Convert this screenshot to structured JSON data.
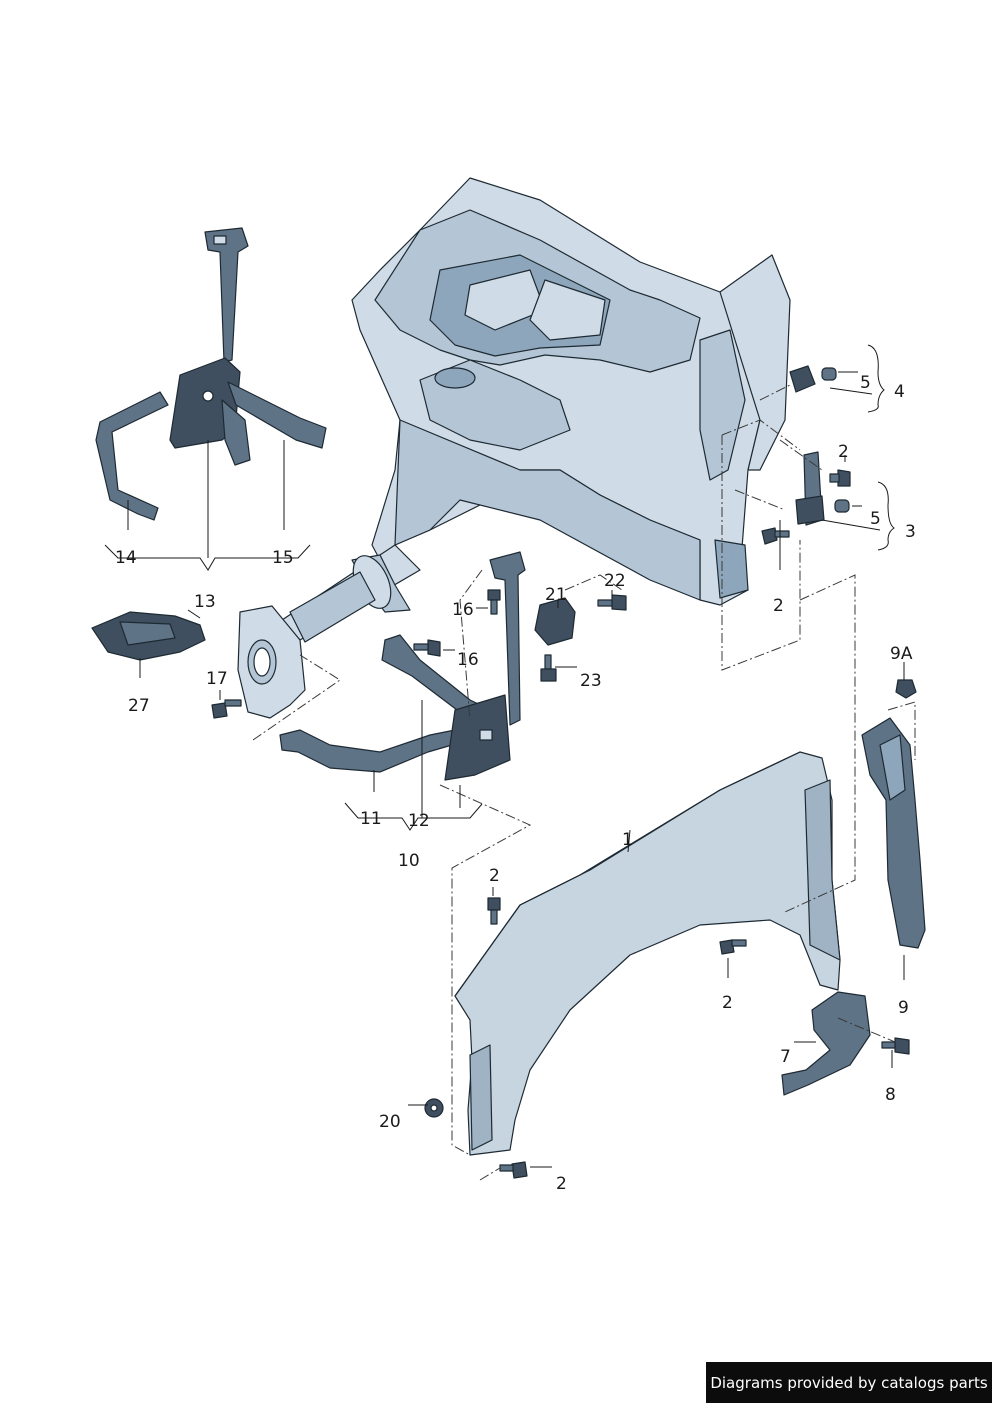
{
  "callouts": {
    "c1": "1",
    "c2a": "2",
    "c2b": "2",
    "c2c": "2",
    "c2d": "2",
    "c2e": "2",
    "c3": "3",
    "c4": "4",
    "c5a": "5",
    "c5b": "5",
    "c7": "7",
    "c8": "8",
    "c9": "9",
    "c9a": "9A",
    "c10": "10",
    "c11": "11",
    "c12": "12",
    "c13": "13",
    "c14": "14",
    "c15": "15",
    "c16a": "16",
    "c16b": "16",
    "c17": "17",
    "c20": "20",
    "c21": "21",
    "c22": "22",
    "c23": "23",
    "c27": "27"
  },
  "footer": {
    "credit": "Diagrams provided by catalogs parts"
  }
}
